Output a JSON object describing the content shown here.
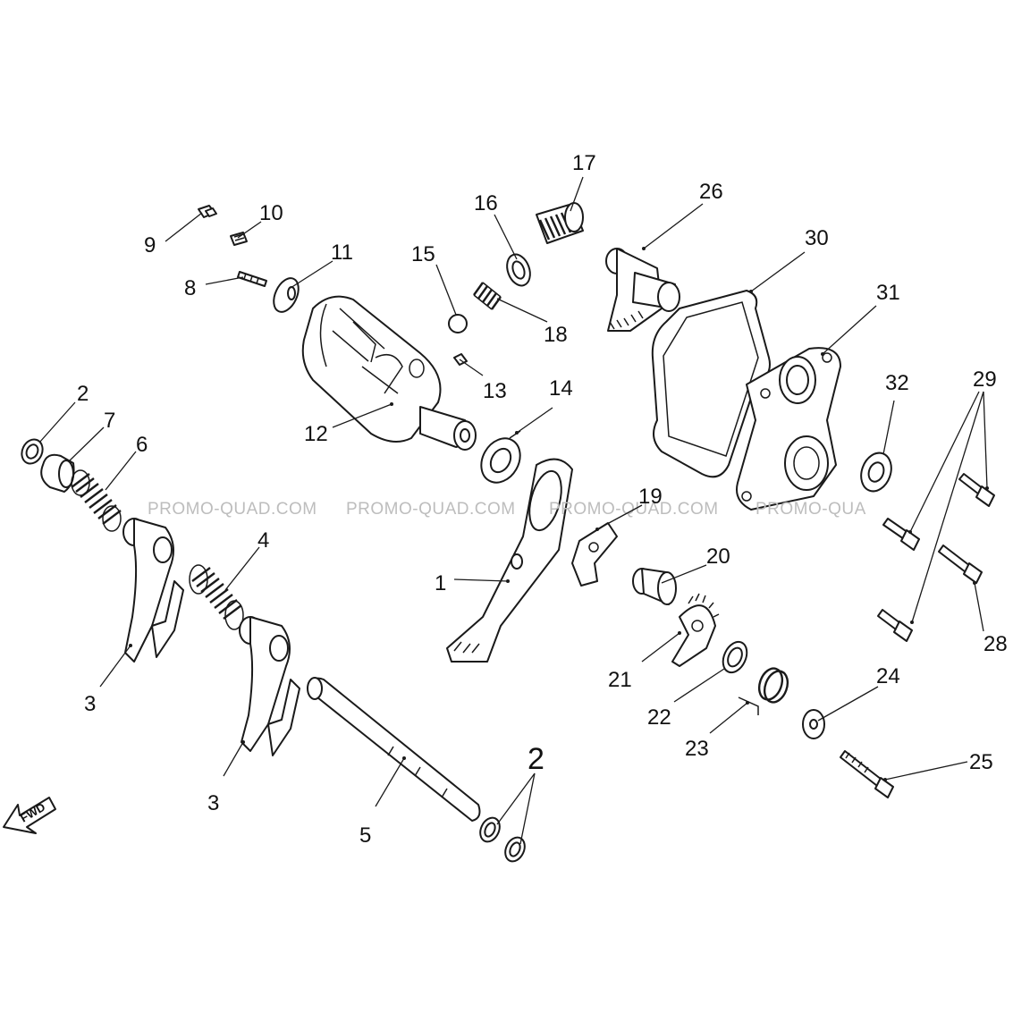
{
  "diagram": {
    "watermarks": [
      "PROMO-QUAD.COM",
      "PROMO-QUAD.COM",
      "PROMO-QUAD.COM",
      "PROMO-QUA"
    ],
    "fwd_arrow_label": "FWD",
    "callouts": [
      "1",
      "2",
      "2",
      "3",
      "3",
      "4",
      "5",
      "6",
      "7",
      "8",
      "9",
      "10",
      "11",
      "12",
      "13",
      "14",
      "15",
      "16",
      "17",
      "18",
      "19",
      "20",
      "21",
      "22",
      "23",
      "24",
      "25",
      "26",
      "28",
      "29",
      "30",
      "31",
      "32"
    ]
  }
}
